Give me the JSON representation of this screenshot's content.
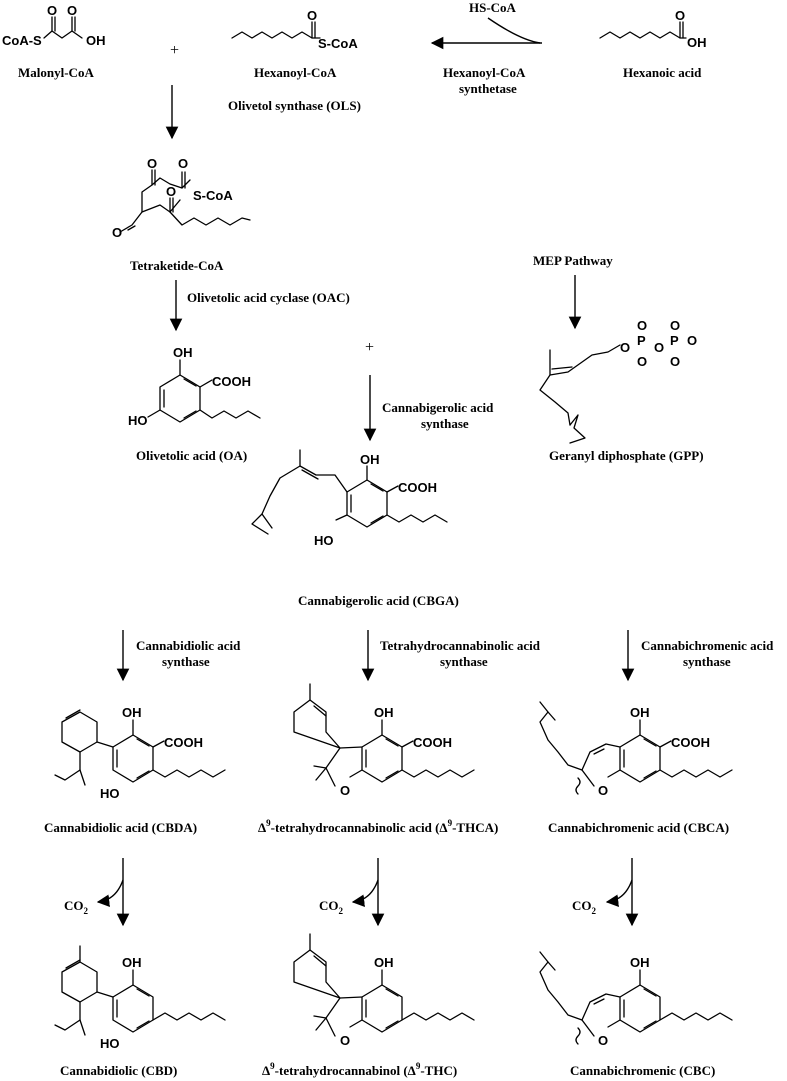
{
  "labels": {
    "malonyl": "Malonyl-CoA",
    "hexanoyl": "Hexanoyl-CoA",
    "hexanoic": "Hexanoic acid",
    "hexsynth_1": "Hexanoyl-CoA",
    "hexsynth_2": "synthetase",
    "hscoa": "HS-CoA",
    "ols": "Olivetol synthase (OLS)",
    "plus": "+",
    "tetraketide": "Tetraketide-CoA",
    "oac": "Olivetolic acid cyclase (OAC)",
    "mep": "MEP Pathway",
    "oa": "Olivetolic acid (OA)",
    "gpp": "Geranyl diphosphate (GPP)",
    "cbgas_1": "Cannabigerolic acid",
    "cbgas_2": "synthase",
    "cbga": "Cannabigerolic acid (CBGA)",
    "cbdas_1": "Cannabidiolic acid",
    "cbdas_2": "synthase",
    "thcas_1": "Tetrahydrocannabinolic acid",
    "thcas_2": "synthase",
    "cbcas_1": "Cannabichromenic acid",
    "cbcas_2": "synthase",
    "cbda": "Cannabidiolic acid (CBDA)",
    "thca_a": "Δ",
    "thca_sup": "9",
    "thca_b": "-tetrahydrocannabinolic acid  (Δ",
    "thca_sup2": "9",
    "thca_c": "-THCA)",
    "cbca": "Cannabichromenic acid (CBCA)",
    "co2": "CO",
    "co2_sub": "2",
    "cbd": "Cannabidiolic (CBD)",
    "thc_a": "Δ",
    "thc_sup": "9",
    "thc_b": "-tetrahydrocannabinol  (Δ",
    "thc_sup2": "9",
    "thc_c": "-THC)",
    "cbc": "Cannabichromenic  (CBC)"
  },
  "atoms": {
    "O": "O",
    "OH": "OH",
    "HO": "HO",
    "COOH": "COOH",
    "SCoA": "S-CoA",
    "CoAS": "CoA-S",
    "P": "P",
    "Om": "O",
    "minus": "-"
  }
}
